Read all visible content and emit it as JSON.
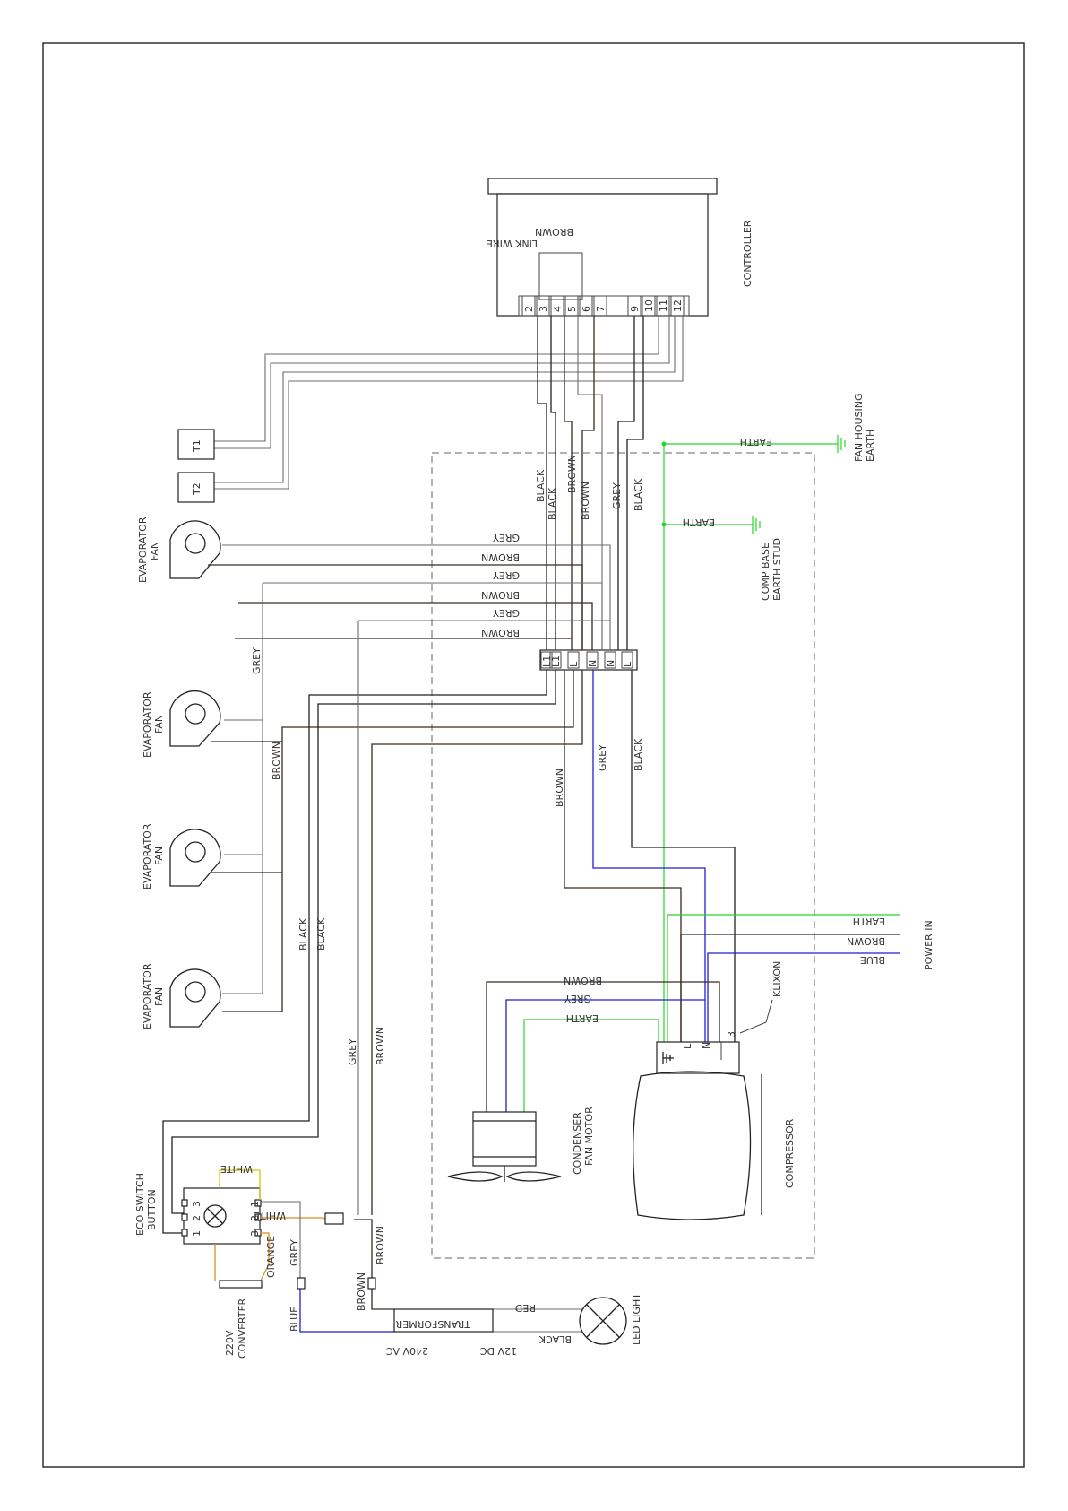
{
  "controller": {
    "label": "CONTROLLER",
    "link_wire": "LINK WIRE",
    "link_wire_color": "BROWN",
    "terminals": [
      "2",
      "3",
      "4",
      "5",
      "6",
      "7",
      "9",
      "10",
      "11",
      "12"
    ]
  },
  "sensors": {
    "t1": "T1",
    "t2": "T2"
  },
  "fans": {
    "fan1": [
      "EVAPORATOR",
      "FAN"
    ],
    "fan2": [
      "EVAPORATOR",
      "FAN"
    ],
    "fan3": [
      "EVAPORATOR",
      "FAN"
    ],
    "fan4": [
      "EVAPORATOR",
      "FAN"
    ]
  },
  "terminal_block": [
    "L1",
    "L1",
    "L",
    "N",
    "N",
    "L"
  ],
  "earth": {
    "fan_housing": [
      "FAN HOUSING",
      "EARTH"
    ],
    "comp_base": [
      "COMP BASE",
      "EARTH STUD"
    ],
    "label": "EARTH"
  },
  "wire_labels": {
    "black": "BLACK",
    "brown": "BROWN",
    "grey": "GREY",
    "blue": "BLUE",
    "earth": "EARTH",
    "white": "WHITE",
    "orange": "ORANGE",
    "red": "RED"
  },
  "power_in": "POWER IN",
  "klixon": "KLIXON",
  "compressor": "COMPRESSOR",
  "compressor_terminals": [
    "L",
    "N",
    "3"
  ],
  "condenser": [
    "CONDENSER",
    "FAN MOTOR"
  ],
  "eco_switch": [
    "ECO SWITCH",
    "BUTTON"
  ],
  "eco_pins": [
    "3",
    "2",
    "1",
    "1",
    "2",
    "3"
  ],
  "converter": [
    "220V",
    "CONVERTER"
  ],
  "transformer": "TRANSFORMER",
  "ac_label": "240V AC",
  "dc_label": "12V DC",
  "led": "LED LIGHT",
  "colors": {
    "earth_wire": "#27d427",
    "blue_wire": "#1f1fd0",
    "brown_wire": "#3a2a22",
    "grey_wire": "#6b6b6b",
    "orange_wire": "#e08a1e",
    "yellow_wire": "#d8c400"
  }
}
